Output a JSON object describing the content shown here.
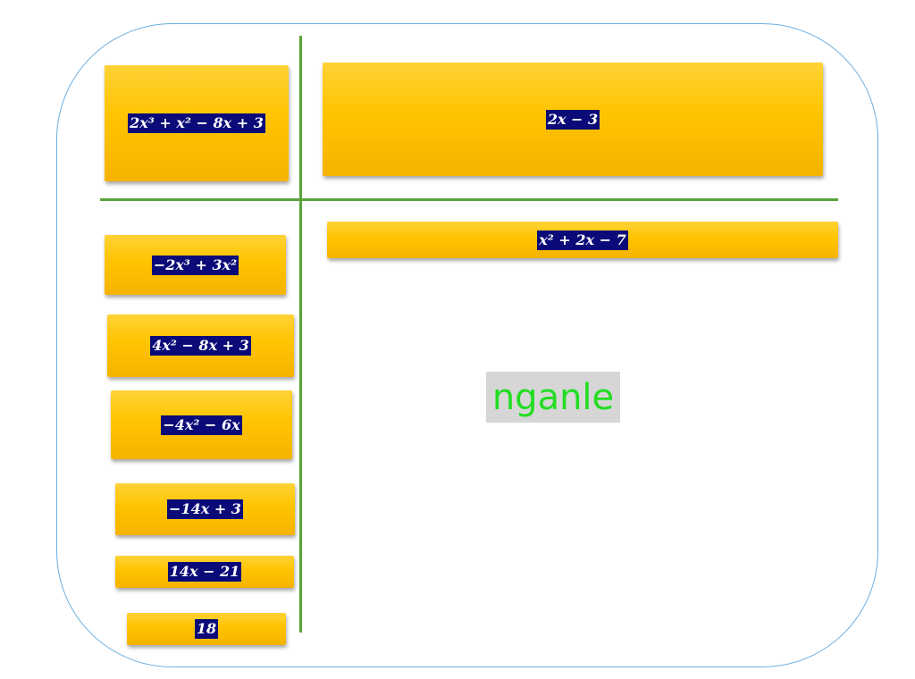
{
  "dividend": "2x³ + x² − 8x + 3",
  "divisor": "2x − 3",
  "quotient": "x² + 2x − 7",
  "steps": [
    "−2x³ + 3x²",
    "4x² − 8x + 3",
    "−4x² − 6x",
    "−14x + 3",
    "14x − 21",
    "18"
  ],
  "button_label": "nganle",
  "colors": {
    "tile": "#ffc400",
    "math_bg": "#0a0a78",
    "lines": "#5aa33a",
    "frame": "#6aaee0",
    "label_text": "#22dd22"
  }
}
